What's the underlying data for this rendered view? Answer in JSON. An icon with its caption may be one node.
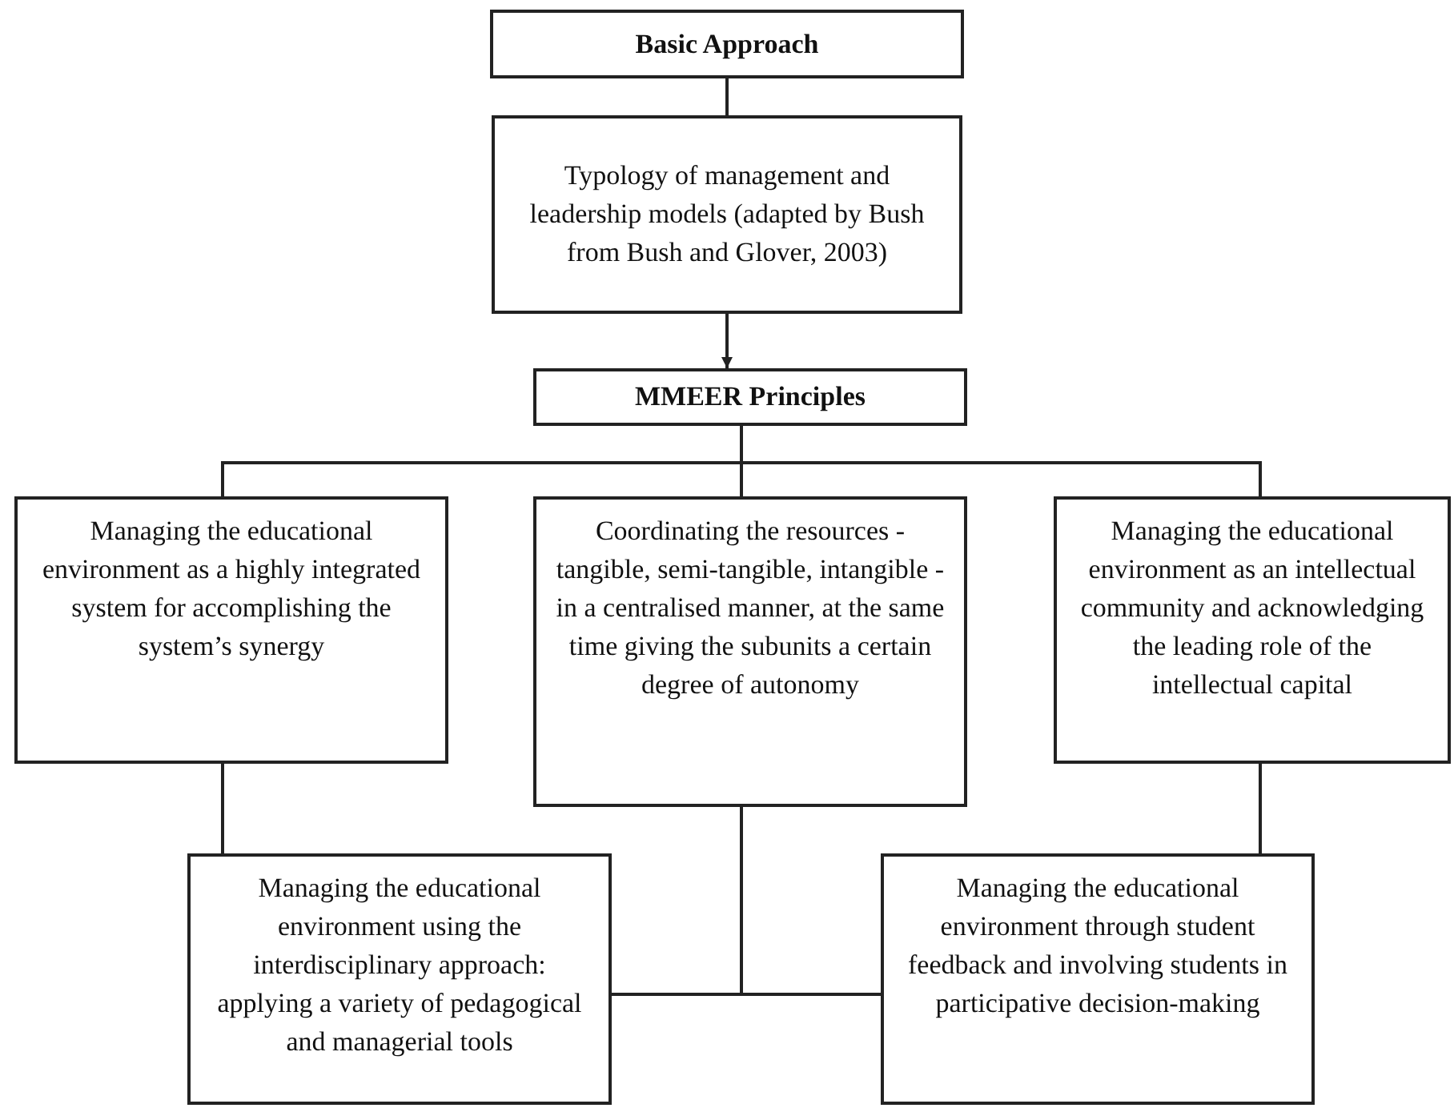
{
  "diagram": {
    "nodes": [
      {
        "text": [
          "Basic Approach"
        ]
      },
      {
        "text": [
          "Typology of management and leadership models (adapted by Bush from Bush and Glover, 2003)"
        ]
      },
      {
        "text": [
          "MMEER Principles"
        ]
      },
      {
        "text": [
          "Managing the educational environment as a highly integrated system for accomplishing the system’s synergy"
        ]
      },
      {
        "text": [
          "Coordinating the resources -tangible, semi-tangible, intangible - in a centralised manner, at the same time giving the subunits a certain degree of autonomy"
        ]
      },
      {
        "text": [
          "Managing the educational environment as an intellectual community and acknowledging the leading role of the intellectual capital"
        ]
      },
      {
        "text": [
          "Managing the educational environment using the interdisciplinary approach: applying a variety of pedagogical and managerial tools"
        ]
      },
      {
        "text": [
          "Managing the educational environment through student feedback and involving students in participative decision-making"
        ]
      }
    ],
    "edges": [
      {
        "from": 0,
        "to": 1,
        "arrow": "none"
      },
      {
        "from": 1,
        "to": 2,
        "arrow": "to"
      },
      {
        "from": 2,
        "to": 3,
        "arrow": "none"
      },
      {
        "from": 2,
        "to": 4,
        "arrow": "none"
      },
      {
        "from": 2,
        "to": 5,
        "arrow": "none"
      },
      {
        "from": 3,
        "to": 6,
        "arrow": "none"
      },
      {
        "from": 5,
        "to": 7,
        "arrow": "none"
      },
      {
        "from": 4,
        "to": 6,
        "arrow": "none"
      },
      {
        "from": 4,
        "to": 7,
        "arrow": "none"
      }
    ]
  }
}
